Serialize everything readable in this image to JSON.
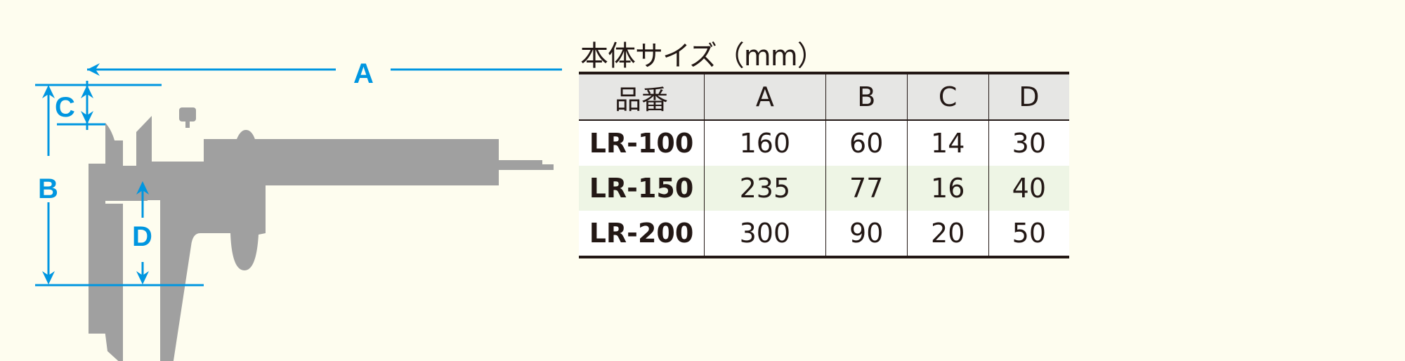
{
  "diagram": {
    "labels": {
      "a": "A",
      "b": "B",
      "c": "C",
      "d": "D"
    },
    "colors": {
      "dimension": "#0096e0",
      "caliper": "#a0a0a0"
    }
  },
  "table": {
    "title": "本体サイズ（mm）",
    "headers": [
      "品番",
      "A",
      "B",
      "C",
      "D"
    ],
    "rows": [
      {
        "model": "LR-100",
        "a": "160",
        "b": "60",
        "c": "14",
        "d": "30"
      },
      {
        "model": "LR-150",
        "a": "235",
        "b": "77",
        "c": "16",
        "d": "40"
      },
      {
        "model": "LR-200",
        "a": "300",
        "b": "90",
        "c": "20",
        "d": "50"
      }
    ]
  }
}
